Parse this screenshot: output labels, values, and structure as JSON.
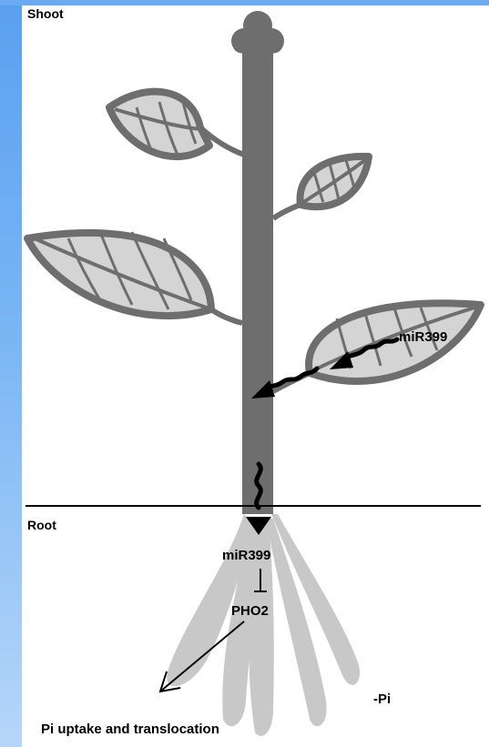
{
  "labels": {
    "shoot": "Shoot",
    "root": "Root",
    "mir399_leaf": "miR399",
    "mir399_root": "miR399",
    "pho2": "PHO2",
    "minus_pi": "-Pi",
    "pi_uptake": "Pi uptake and translocation"
  },
  "colors": {
    "stem": "#6e6e6e",
    "leaf_fill": "#d4d4d4",
    "leaf_outline": "#6e6e6e",
    "root_fill": "#c8c8c8",
    "arrow": "#000000",
    "background_strip": "#6aaaf2"
  }
}
